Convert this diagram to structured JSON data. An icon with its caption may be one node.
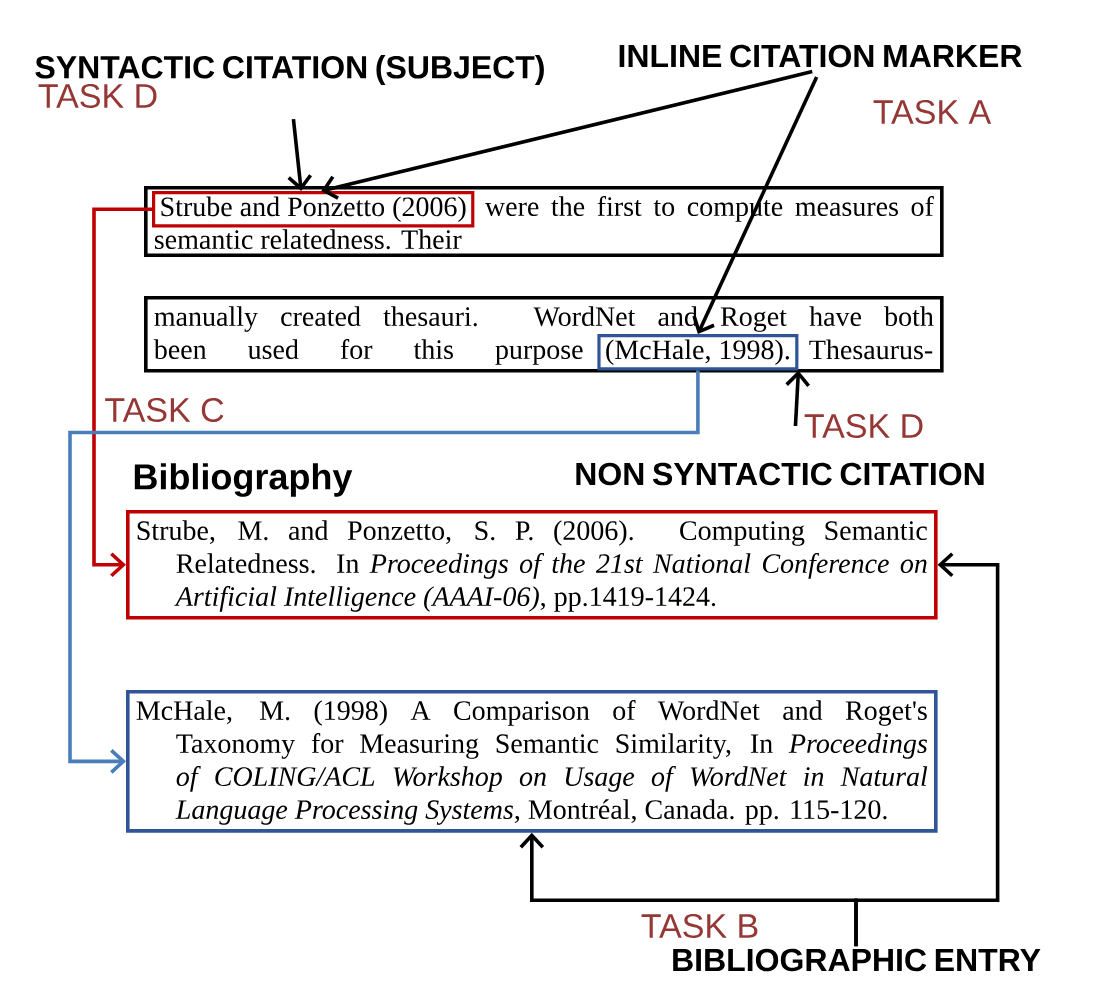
{
  "diagram": {
    "nodes": [
      {
        "text": [
          "SYNTACTIC CITATION (SUBJECT)"
        ],
        "beside": [
          "TASK D"
        ]
      },
      {
        "text": [
          "INLINE CITATION MARKER"
        ],
        "beside": [
          "TASK A"
        ]
      },
      {
        "text": [
          "were the first to compute measures of semantic relatedness. Their"
        ]
      },
      {
        "text": [
          "Strube and Ponzetto (2006)"
        ],
        "in": 2
      },
      {
        "text": [
          "manually created thesauri. WordNet and Roget have both been used for this purpose",
          "Thesaurus-"
        ]
      },
      {
        "text": [
          "(McHale, 1998)."
        ],
        "in": 4
      },
      {
        "text": [
          "NON SYNTACTIC CITATION"
        ],
        "beside": [
          "TASK D"
        ]
      },
      {
        "text": [
          "Strube, M. and Ponzetto, S. P. (2006). Computing Semantic Relatedness. In *Proceedings of the 21st National Conference on Artificial Intelligence (AAAI-06)*, pp.1419-1424."
        ]
      },
      {
        "text": [
          "McHale, M. (1998) A Comparison of WordNet and Roget's Taxonomy for Measuring Semantic Similarity, In *Proceedings of COLING/ACL Workshop on Usage of WordNet in Natural Language Processing Systems*, Montréal, Canada. pp. 115-120."
        ]
      },
      {
        "text": [
          "BIBLIOGRAPHIC ENTRY"
        ],
        "beside": [
          "TASK B"
        ]
      }
    ],
    "edges": [
      {
        "from": 0,
        "to": 3,
        "arrow": "to"
      },
      {
        "from": 1,
        "to": 3,
        "arrow": "to"
      },
      {
        "from": 1,
        "to": 5,
        "arrow": "to"
      },
      {
        "from": 3,
        "to": 7,
        "arrow": "to",
        "label": "TASK C",
        "color": "#c00000"
      },
      {
        "from": 5,
        "to": 8,
        "arrow": "to",
        "color": "#4a7ebb"
      },
      {
        "from": 6,
        "to": 5,
        "arrow": "to"
      },
      {
        "from": 9,
        "to": 8,
        "arrow": "to"
      },
      {
        "from": 9,
        "to": 7,
        "arrow": "to"
      }
    ],
    "labels": [
      "Bibliography"
    ]
  }
}
